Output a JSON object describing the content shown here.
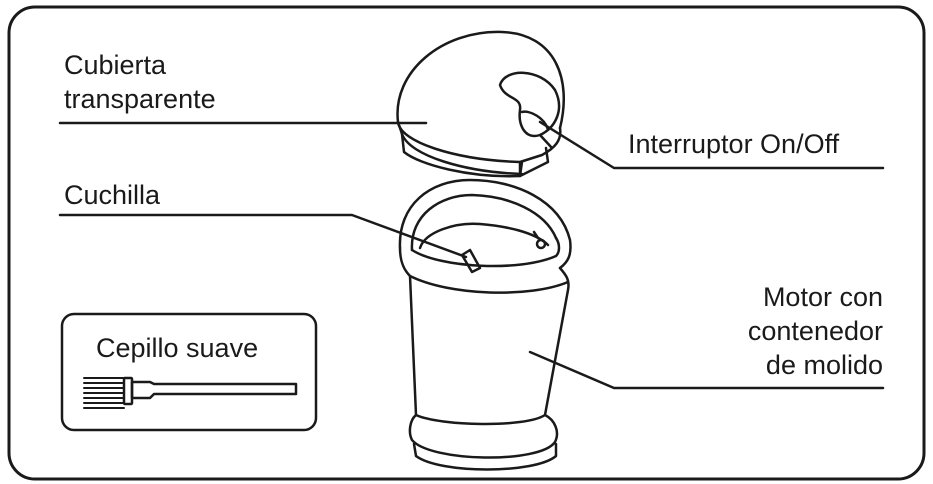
{
  "labels": {
    "cover_line1": "Cubierta",
    "cover_line2": "transparente",
    "switch": "Interruptor On/Off",
    "blade": "Cuchilla",
    "motor_line1": "Motor con",
    "motor_line2": "contenedor",
    "motor_line3": "de molido",
    "brush": "Cepillo suave"
  },
  "colors": {
    "stroke": "#1a1a1a",
    "background": "#ffffff"
  }
}
